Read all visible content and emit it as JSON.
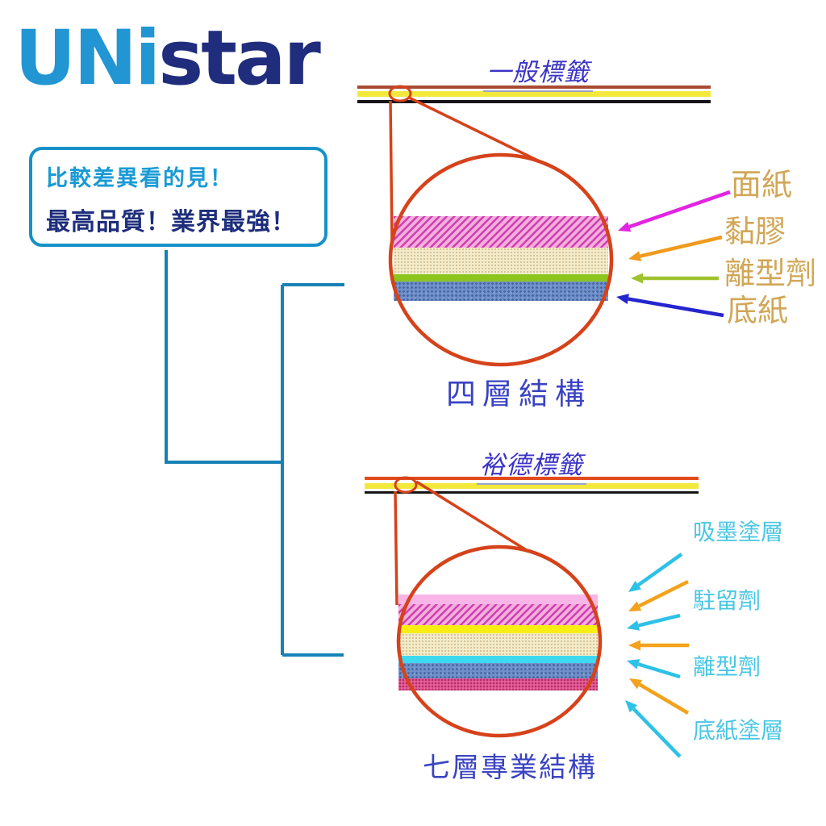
{
  "logo": {
    "uni": "UNi",
    "star": "star"
  },
  "banner": {
    "line1": "比較差異看的見！",
    "line2": "最高品質！業界最強！"
  },
  "top": {
    "title": "一般標籤",
    "caption": "四層結構",
    "labels": [
      {
        "text": "面紙"
      },
      {
        "text": "黏膠"
      },
      {
        "text": "離型劑"
      },
      {
        "text": "底紙"
      }
    ],
    "arrow_colors": [
      "#e224e2",
      "#f09b1e",
      "#9ec32d",
      "#2525cf"
    ],
    "bar_colors": [
      "#a84a32",
      "#f3e93c",
      "#151515"
    ],
    "layer_fills": [
      {
        "name": "面紙",
        "color": "#f4aede",
        "pattern": "diagonal hatch #cf3fae"
      },
      {
        "name": "黏膠",
        "color": "#f3ecca",
        "pattern": "fine dots #d6c294"
      },
      {
        "name": "離型劑",
        "color": "#8cc51c",
        "pattern": "solid"
      },
      {
        "name": "底紙",
        "color": "#6e8fc9",
        "pattern": "noise #47679f"
      }
    ]
  },
  "bottom": {
    "title": "裕德標籤",
    "caption": "七層專業結構",
    "labels": [
      {
        "text": "吸墨塗層"
      },
      {
        "text": "駐留劑"
      },
      {
        "text": "離型劑"
      },
      {
        "text": "底紙塗層"
      }
    ],
    "arrow_colors": [
      "#2ec1e7",
      "#f2a21c",
      "#2ec1e7",
      "#f2a21c",
      "#2ec1e7",
      "#f2a21c",
      "#2ec1e7"
    ],
    "bar_colors": [
      "#e24a1a",
      "#f3e93c",
      "#151515"
    ],
    "layer_fills": [
      {
        "name": "吸墨塗層",
        "color": "#f9b5e8",
        "pattern": "solid"
      },
      {
        "name": "面紙",
        "color": "#f4aede",
        "pattern": "diagonal hatch #cf3fae"
      },
      {
        "name": "駐留劑",
        "color": "#f8ee14",
        "pattern": "solid"
      },
      {
        "name": "黏膠",
        "color": "#f3ecca",
        "pattern": "fine dots #d6c294"
      },
      {
        "name": "離型劑",
        "color": "#3cd9f0",
        "pattern": "solid"
      },
      {
        "name": "底紙",
        "color": "#6e8fc9",
        "pattern": "noise #47679f"
      },
      {
        "name": "底紙塗層",
        "color": "#e8639c",
        "pattern": "dots #b92f68"
      }
    ]
  },
  "colors": {
    "logo_light_blue": "#2196d3",
    "logo_dark_blue": "#202d7c",
    "banner_border": "#1691c9",
    "banner_line1_text": "#1a9ad5",
    "banner_line2_text": "#1e2e7c",
    "connector_blue": "#1781b6",
    "magnifier_red": "#d6421a",
    "section_title_text": "#3b33c6",
    "caption_text": "#3a43c2",
    "top_side_label_text": "#d1a757",
    "bottom_side_label_text": "#49c7e3"
  }
}
